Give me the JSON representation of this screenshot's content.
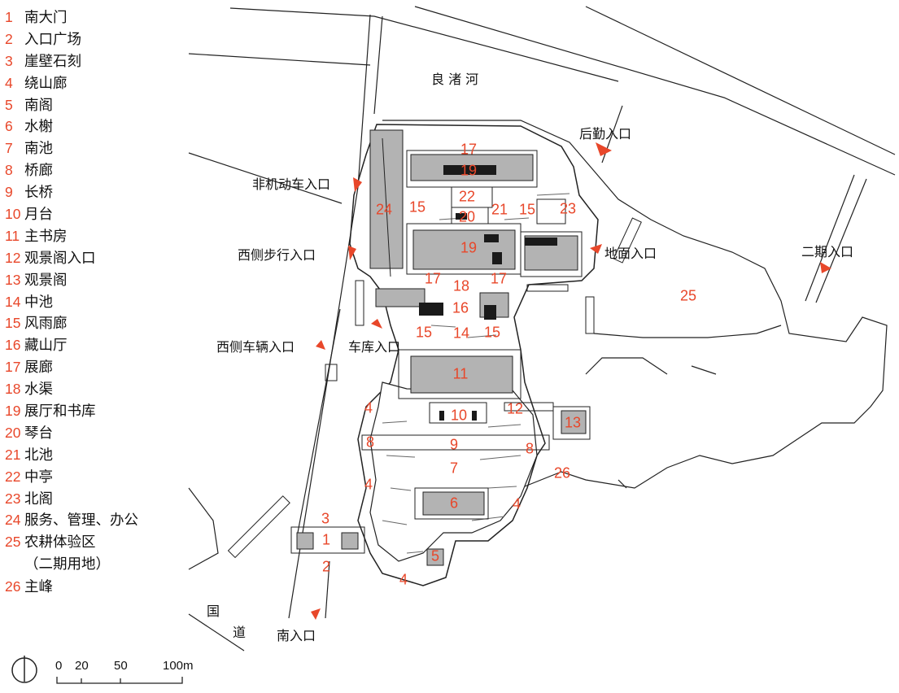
{
  "legend": [
    {
      "num": "1",
      "label": "南大门"
    },
    {
      "num": "2",
      "label": "入口广场"
    },
    {
      "num": "3",
      "label": "崖壁石刻"
    },
    {
      "num": "4",
      "label": "绕山廊"
    },
    {
      "num": "5",
      "label": "南阁"
    },
    {
      "num": "6",
      "label": "水榭"
    },
    {
      "num": "7",
      "label": "南池"
    },
    {
      "num": "8",
      "label": "桥廊"
    },
    {
      "num": "9",
      "label": "长桥"
    },
    {
      "num": "10",
      "label": "月台"
    },
    {
      "num": "11",
      "label": "主书房"
    },
    {
      "num": "12",
      "label": "观景阁入口"
    },
    {
      "num": "13",
      "label": "观景阁"
    },
    {
      "num": "14",
      "label": "中池"
    },
    {
      "num": "15",
      "label": "风雨廊"
    },
    {
      "num": "16",
      "label": "藏山厅"
    },
    {
      "num": "17",
      "label": "展廊"
    },
    {
      "num": "18",
      "label": "水渠"
    },
    {
      "num": "19",
      "label": "展厅和书库"
    },
    {
      "num": "20",
      "label": "琴台"
    },
    {
      "num": "21",
      "label": "北池"
    },
    {
      "num": "22",
      "label": "中亭"
    },
    {
      "num": "23",
      "label": "北阁"
    },
    {
      "num": "24",
      "label": "服务、管理、办公"
    },
    {
      "num": "25",
      "label": "农耕体验区"
    },
    {
      "num": "26",
      "label": "主峰"
    }
  ],
  "legend_note": "（二期用地）",
  "places": {
    "river": "良 渚 河",
    "road_a": "国",
    "road_b": "道",
    "logistics_entrance": "后勤入口",
    "nonmotor_entrance": "非机动车入口",
    "west_ped_entrance": "西侧步行入口",
    "basement_entrance": "地面入口",
    "phase2_entrance": "二期入口",
    "west_vehicle_entrance": "西侧车辆入口",
    "garage_entrance": "车库入口",
    "south_entrance": "南入口"
  },
  "plan_marks": [
    "17",
    "19",
    "22",
    "15",
    "20",
    "21",
    "15",
    "23",
    "24",
    "19",
    "17",
    "18",
    "17",
    "16",
    "15",
    "14",
    "15",
    "11",
    "4",
    "12",
    "10",
    "13",
    "8",
    "9",
    "8",
    "7",
    "26",
    "4",
    "4",
    "6",
    "3",
    "1",
    "5",
    "2",
    "4",
    "25"
  ],
  "scale": {
    "t0": "0",
    "t1": "20",
    "t2": "50",
    "t3": "100m"
  },
  "colors": {
    "accent": "#e8472a",
    "building": "#b3b3b3",
    "dark": "#1a1a1a",
    "line": "#222222"
  }
}
